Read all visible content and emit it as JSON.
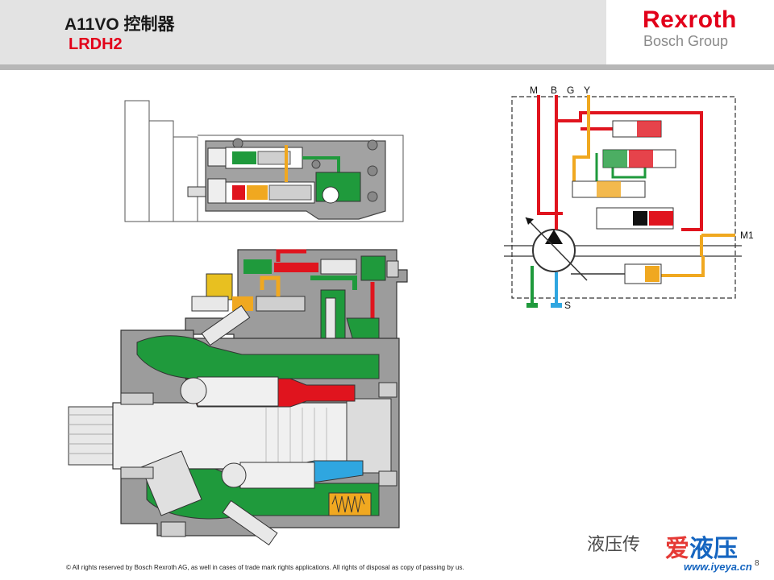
{
  "header": {
    "title": "A11VO 控制器",
    "subtitle": "LRDH2",
    "logo_main": "Rexroth",
    "logo_sub": "Bosch Group"
  },
  "schematic": {
    "port_labels": [
      "M",
      "B",
      "G",
      "Y",
      "M1",
      "S"
    ]
  },
  "footer": {
    "copyright": "© All rights reserved by Bosch Rexroth AG, as well in cases of trade mark rights applications. All rights of disposal as copy of passing by us.",
    "page_number": "8"
  },
  "watermark": {
    "text": "液压传",
    "logo_left": "爱",
    "logo_right": "液压",
    "url": "www.iyeya.cn"
  },
  "colors": {
    "brand_red": "#e2001a",
    "pressure_red": "#e0141e",
    "control_green": "#1f9a3c",
    "pilot_orange": "#f0a820",
    "suction_blue": "#2fa6e0",
    "housing_gray": "#9c9c9c"
  }
}
